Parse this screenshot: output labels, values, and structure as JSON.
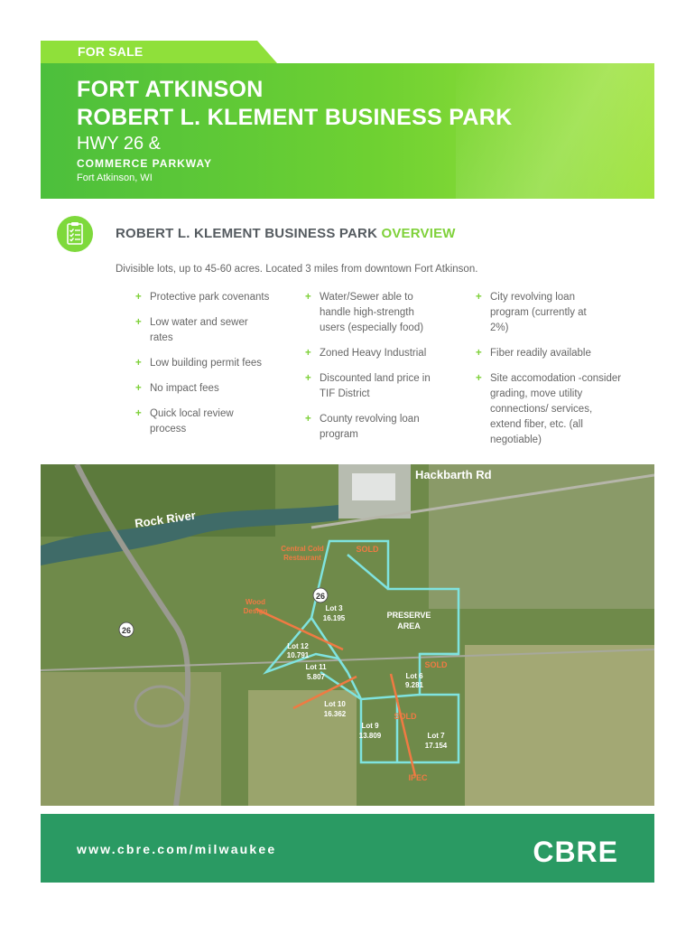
{
  "banner": {
    "label": "FOR SALE"
  },
  "header": {
    "title_line1": "FORT ATKINSON",
    "title_line2": "ROBERT L. KLEMENT BUSINESS PARK",
    "subtitle": "HWY 26 &",
    "subtitle2": "COMMERCE PARKWAY",
    "location": "Fort Atkinson, WI"
  },
  "overview": {
    "icon": "checklist-icon",
    "title_main": "ROBERT L. KLEMENT BUSINESS PARK ",
    "title_accent": "OVERVIEW",
    "intro": "Divisible lots, up to 45-60 acres. Located 3 miles from downtown Fort Atkinson.",
    "col1": [
      "Protective park covenants",
      "Low water and sewer rates",
      "Low building permit fees",
      "No impact fees",
      "Quick local review process"
    ],
    "col2": [
      "Water/Sewer able to handle high-strength users (especially food)",
      "Zoned Heavy Industrial",
      "Discounted land price in TIF District",
      "County revolving loan program"
    ],
    "col3": [
      "City revolving loan program (currently at 2%)",
      "Fiber readily available",
      "Site accomodation -consider grading, move utility connections/ services, extend fiber, etc. (all negotiable)"
    ]
  },
  "map": {
    "road_top": "Hackbarth Rd",
    "river": "Rock River",
    "hwy_shield_a": "26",
    "hwy_shield_b": "26",
    "central_cold": "Central Cold",
    "restaurant": "Restaurant",
    "sold_a": "SOLD",
    "sold_b": "SOLD",
    "sold_c": "SOLD",
    "wood_1": "Wood",
    "wood_2": "Design",
    "lot3_a": "Lot 3",
    "lot3_b": "16.195",
    "preserve_a": "PRESERVE",
    "preserve_b": "AREA",
    "lot12_a": "Lot 12",
    "lot12_b": "10.791",
    "lot11_a": "Lot 11",
    "lot11_b": "5.807",
    "lot6_a": "Lot 6",
    "lot6_b": "9.281",
    "lot10_a": "Lot 10",
    "lot10_b": "16.362",
    "lot9_a": "Lot 9",
    "lot9_b": "13.809",
    "lot7_a": "Lot 7",
    "lot7_b": "17.154",
    "ipec": "IPEC",
    "accent_color": "#7fe3df",
    "label_color": "#f07a43"
  },
  "footer": {
    "url": "www.cbre.com/milwaukee",
    "logo": "CBRE",
    "bg_color": "#2a9a63"
  }
}
